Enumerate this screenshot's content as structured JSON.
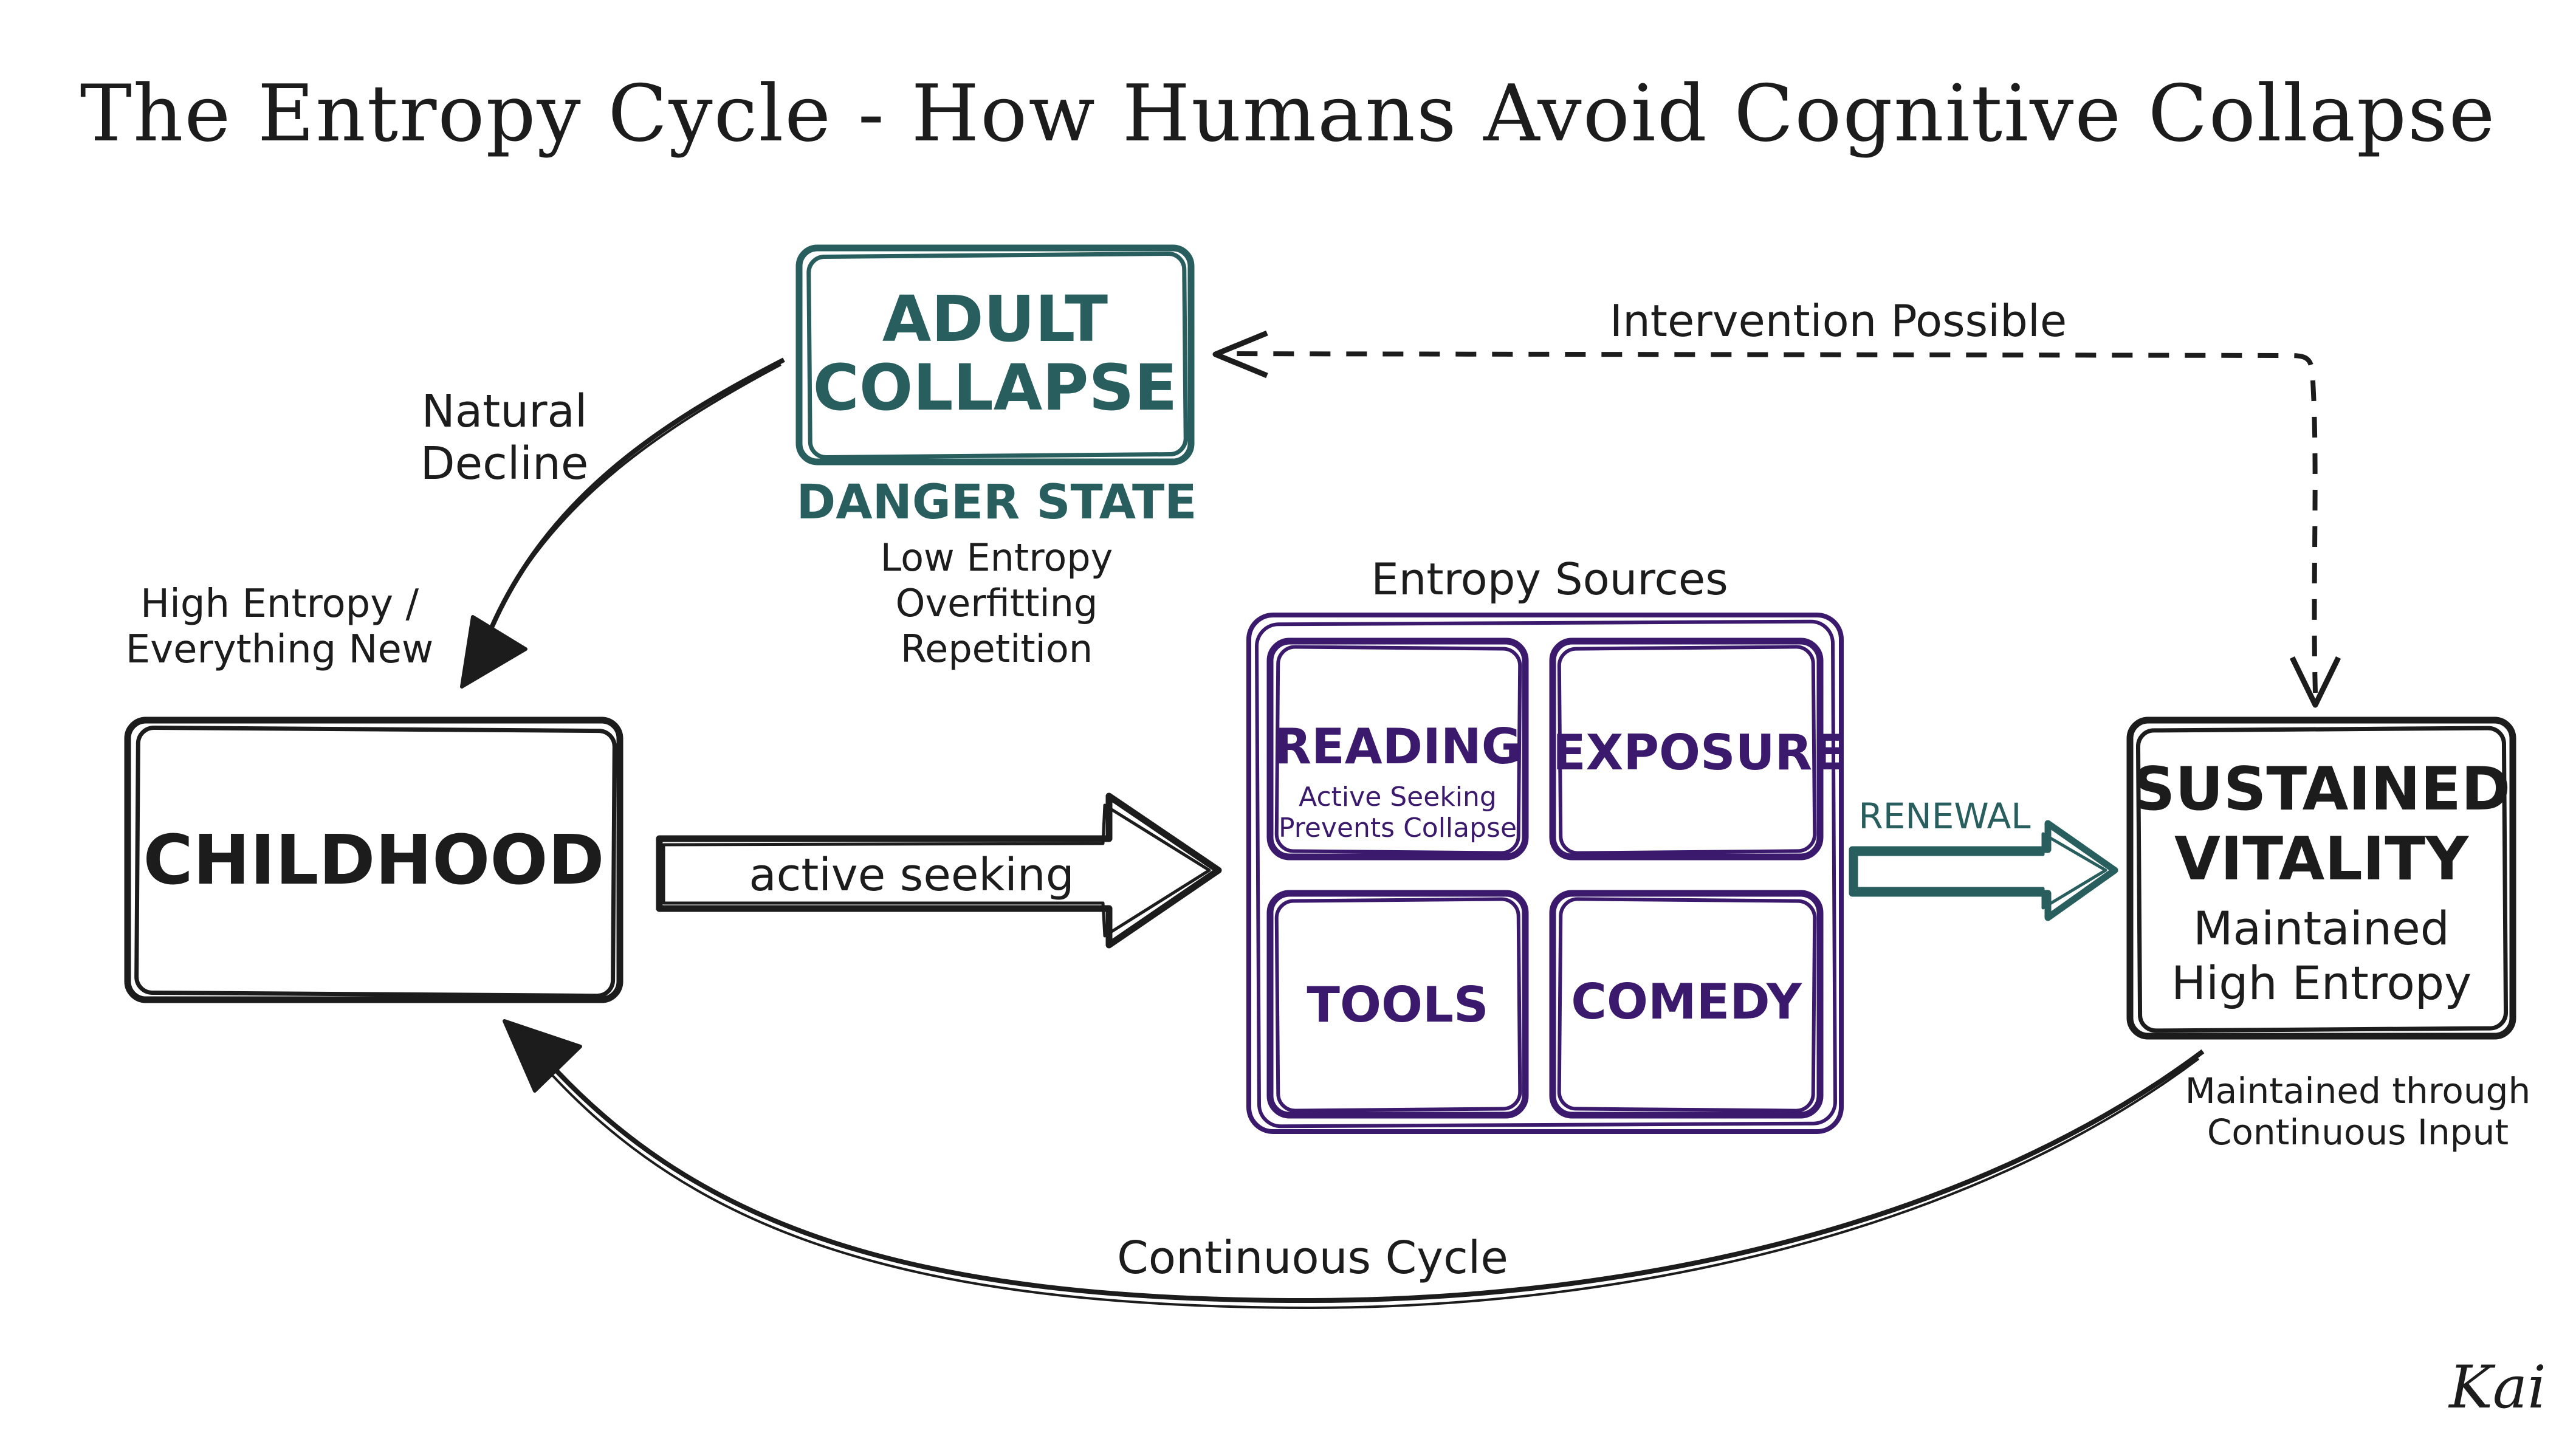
{
  "title": "The Entropy Cycle - How Humans Avoid Cognitive Collapse",
  "colors": {
    "ink": "#1c1c1c",
    "teal": "#285e5e",
    "purple": "#3b1a6e"
  },
  "nodes": {
    "adult_collapse": {
      "line1": "ADULT",
      "line2": "COLLAPSE",
      "state_label": "DANGER STATE",
      "details": [
        "Low Entropy",
        "Overfitting",
        "Repetition"
      ]
    },
    "childhood": {
      "label": "CHILDHOOD",
      "note_line1": "High Entropy /",
      "note_line2": "Everything New"
    },
    "entropy_sources": {
      "heading": "Entropy Sources",
      "cells": {
        "reading": {
          "label": "READING",
          "sub1": "Active Seeking",
          "sub2": "Prevents Collapse"
        },
        "exposure": {
          "label": "EXPOSURE"
        },
        "tools": {
          "label": "TOOLS"
        },
        "comedy": {
          "label": "COMEDY"
        }
      }
    },
    "sustained_vitality": {
      "line1": "SUSTAINED",
      "line2": "VITALITY",
      "sub1": "Maintained",
      "sub2": "High Entropy",
      "note_line1": "Maintained through",
      "note_line2": "Continuous Input"
    }
  },
  "edges": {
    "natural_decline_line1": "Natural",
    "natural_decline_line2": "Decline",
    "active_seeking": "active seeking",
    "renewal": "RENEWAL",
    "intervention": "Intervention Possible",
    "continuous_cycle": "Continuous Cycle"
  },
  "signature": "Kai"
}
